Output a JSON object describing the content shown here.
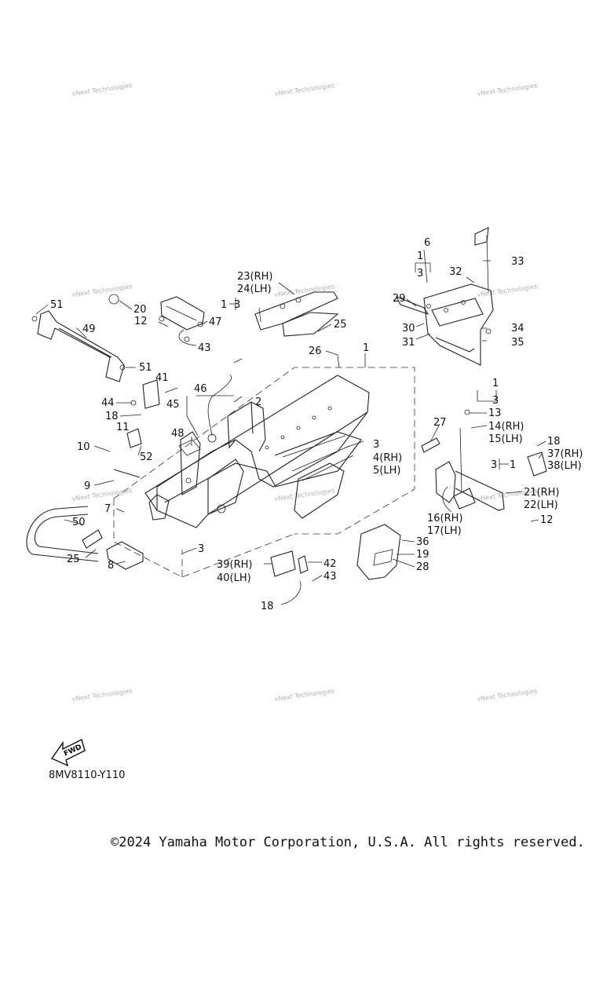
{
  "watermark": "vNext Technologies",
  "callouts": [
    "1",
    "1",
    "1",
    "1",
    "1",
    "2",
    "3",
    "3",
    "3",
    "3",
    "3",
    "3",
    "3",
    "6",
    "7",
    "8",
    "9",
    "10",
    "11",
    "12",
    "12",
    "13",
    "14(RH)",
    "15(LH)",
    "16(RH)",
    "17(LH)",
    "18",
    "18",
    "18",
    "18",
    "19",
    "20",
    "21(RH)",
    "22(LH)",
    "23(RH)",
    "24(LH)",
    "25",
    "25",
    "26",
    "27",
    "28",
    "29",
    "30",
    "31",
    "32",
    "33",
    "34",
    "35",
    "36",
    "37(RH)",
    "38(LH)",
    "39(RH)",
    "40(LH)",
    "41",
    "42",
    "43",
    "43",
    "44",
    "45",
    "46",
    "47",
    "48",
    "49",
    "50",
    "51",
    "51",
    "52",
    "4(RH)",
    "5(LH)"
  ],
  "fwd_label": "FWD",
  "diagram_code": "8MV8110-Y110",
  "copyright": "©2024 Yamaha Motor Corporation, U.S.A. All rights reserved."
}
